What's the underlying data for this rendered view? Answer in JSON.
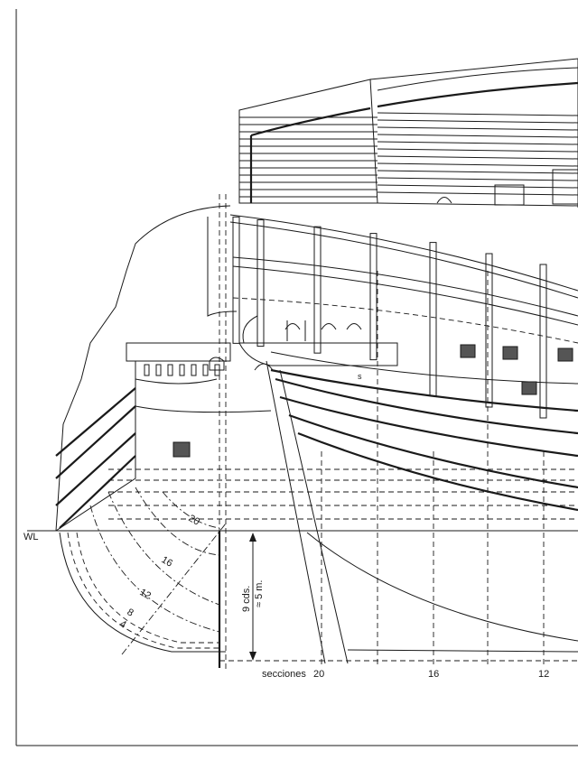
{
  "drawing": {
    "waterline_label": "WL",
    "frame_labels": [
      "20",
      "16",
      "12",
      "8",
      "4"
    ],
    "dimension": {
      "line1": "9 cds.",
      "line2": "≈ 5 m."
    },
    "sections_label": "secciones",
    "section_numbers": [
      "20",
      "16",
      "12"
    ],
    "mark_s": "s"
  }
}
